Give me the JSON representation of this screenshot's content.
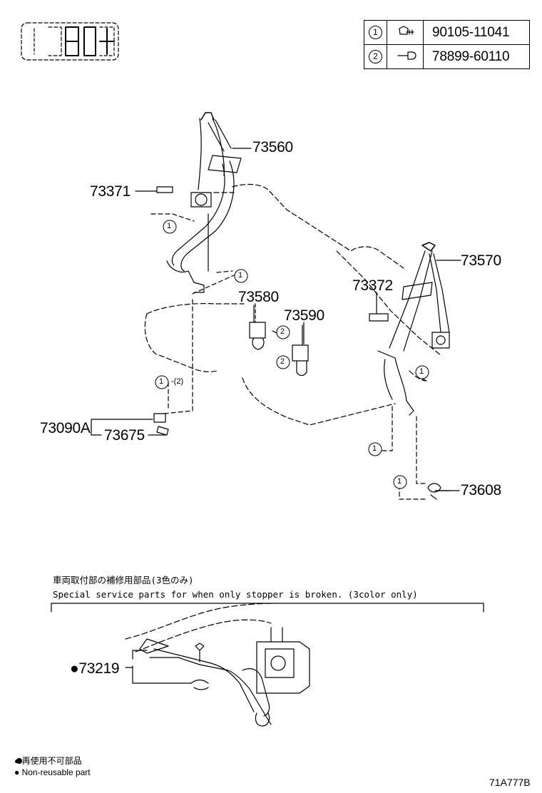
{
  "fastener_table": [
    {
      "ref": "1",
      "part_no": "90105-11041"
    },
    {
      "ref": "2",
      "part_no": "78899-60110"
    }
  ],
  "parts": {
    "p73560": "73560",
    "p73371": "73371",
    "p73570": "73570",
    "p73372": "73372",
    "p73580": "73580",
    "p73590": "73590",
    "p73090a": "73090A",
    "p73675": "73675",
    "p73608": "73608",
    "p73219": "●73219"
  },
  "callouts": {
    "one": "1",
    "two": "2",
    "one_two_suffix": "-(2)"
  },
  "special_note": {
    "japanese": "車両取付部の補修用部品(3色のみ)",
    "english": "Special service parts for when only stopper is broken. (3color only)"
  },
  "legend": {
    "japanese": "● 再使用不可部品",
    "english": "● Non-reusable part"
  },
  "diagram_id": "71A777B"
}
